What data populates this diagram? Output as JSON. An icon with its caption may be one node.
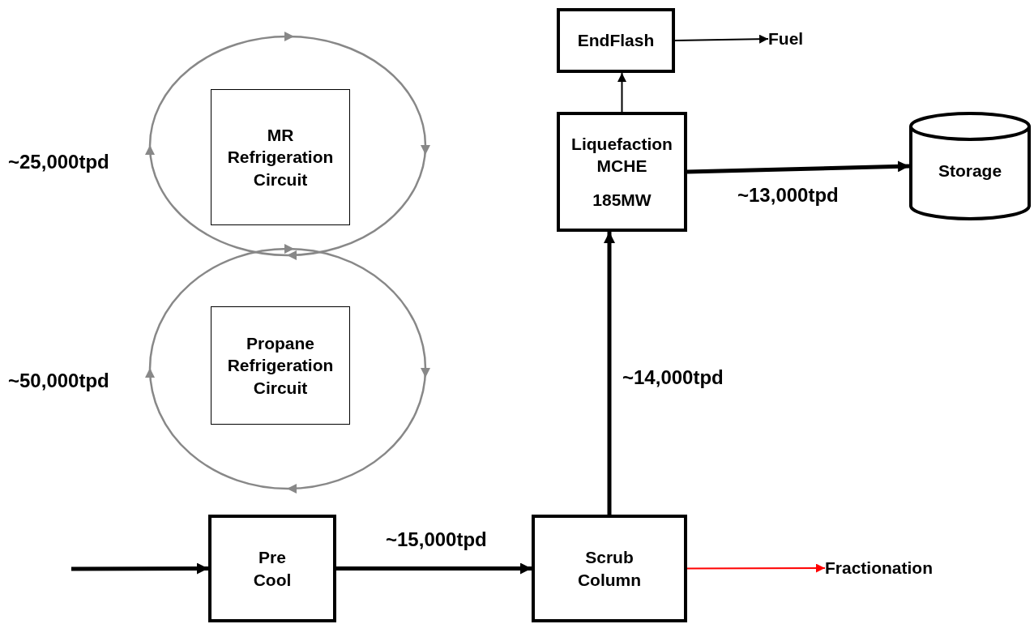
{
  "diagram": {
    "nodes": [
      {
        "text": [
          "EndFlash"
        ]
      },
      {
        "text": [
          "Fuel"
        ]
      },
      {
        "text": [
          "Liquefaction MCHE",
          "185MW"
        ]
      },
      {
        "text": [
          "Storage"
        ]
      },
      {
        "text": [
          "MR Refrigeration Circuit"
        ]
      },
      {
        "text": [
          "Propane Refrigeration Circuit"
        ]
      },
      {
        "text": [
          "Pre Cool"
        ]
      },
      {
        "text": [
          "Scrub Column"
        ]
      },
      {
        "text": [
          "Fractionation"
        ]
      }
    ],
    "edges": [
      {
        "from": 2,
        "to": 0,
        "arrow": "to"
      },
      {
        "from": 0,
        "to": 1,
        "arrow": "to"
      },
      {
        "from": 2,
        "to": 3,
        "arrow": "to",
        "label": "~13,000tpd"
      },
      {
        "from": null,
        "to": 6,
        "arrow": "to"
      },
      {
        "from": 6,
        "to": 7,
        "arrow": "to",
        "label": "~15,000tpd"
      },
      {
        "from": 7,
        "to": 2,
        "arrow": "to",
        "label": "~14,000tpd"
      },
      {
        "from": 7,
        "to": 8,
        "arrow": "to",
        "color": "#ff0000"
      }
    ],
    "labels": [
      "~25,000tpd",
      "~50,000tpd"
    ]
  }
}
